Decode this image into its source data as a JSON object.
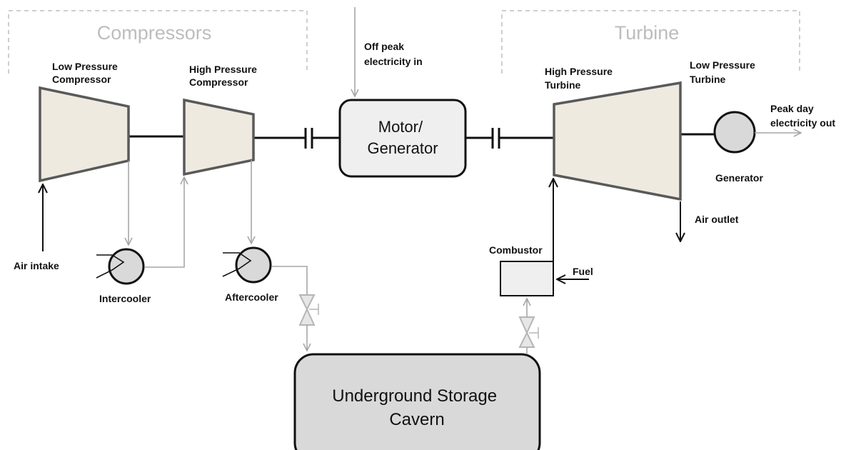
{
  "groups": {
    "compressors": "Compressors",
    "turbine": "Turbine"
  },
  "labels": {
    "lp_compressor": [
      "Low Pressure",
      "Compressor"
    ],
    "hp_compressor": [
      "High Pressure",
      "Compressor"
    ],
    "offpeak": [
      "Off peak",
      "electricity in"
    ],
    "hp_turbine": [
      "High Pressure",
      "Turbine"
    ],
    "lp_turbine": [
      "Low Pressure",
      "Turbine"
    ],
    "peak_out": [
      "Peak day",
      "electricity out"
    ],
    "generator": "Generator",
    "air_outlet": "Air outlet",
    "combustor": "Combustor",
    "fuel": "Fuel",
    "air_intake": "Air intake",
    "intercooler": "Intercooler",
    "aftercooler": "Aftercooler"
  },
  "boxes": {
    "motor_generator": [
      "Motor/",
      "Generator"
    ],
    "cavern": [
      "Underground Storage",
      "Cavern"
    ]
  },
  "colors": {
    "machine_fill": "#eeeae0",
    "machine_stroke": "#595959",
    "box_fill": "#efefef",
    "cavern_fill": "#d9d9d9",
    "flow_grey": "#a6a6a6",
    "line_black": "#111111",
    "group_title": "#bdbdbd"
  }
}
